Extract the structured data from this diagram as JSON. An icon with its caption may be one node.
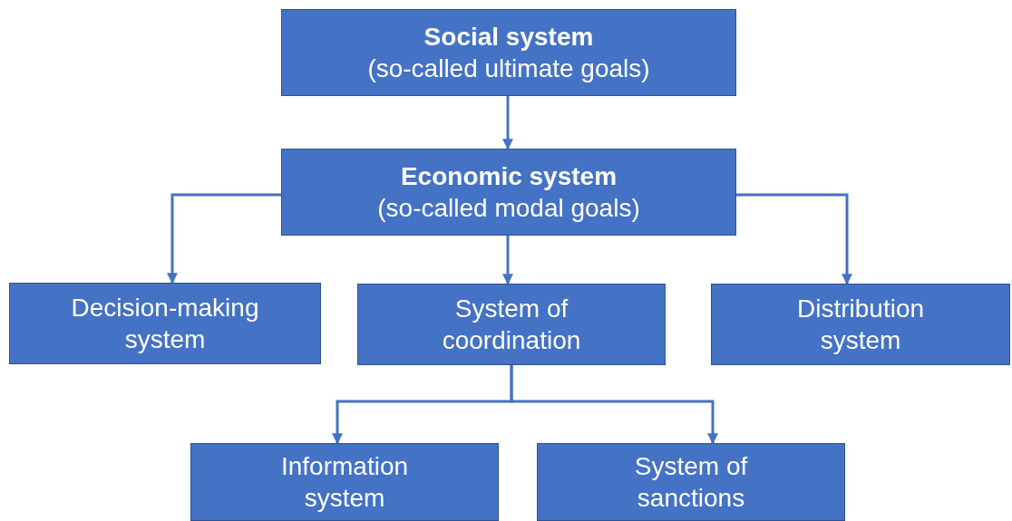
{
  "diagram": {
    "nodes": [
      {
        "text": [
          "Social system",
          "(so-called ultimate goals)"
        ]
      },
      {
        "text": [
          "Economic system",
          "(so-called modal goals)"
        ]
      },
      {
        "text": [
          "Decision-making system"
        ]
      },
      {
        "text": [
          "System of coordination"
        ]
      },
      {
        "text": [
          "Distribution system"
        ]
      },
      {
        "text": [
          "Information system"
        ]
      },
      {
        "text": [
          "System of sanctions"
        ]
      }
    ],
    "edges": [
      {
        "from": 0,
        "to": 1,
        "arrow": "to"
      },
      {
        "from": 1,
        "to": 2,
        "arrow": "to"
      },
      {
        "from": 1,
        "to": 3,
        "arrow": "to"
      },
      {
        "from": 1,
        "to": 4,
        "arrow": "to"
      },
      {
        "from": 3,
        "to": 5,
        "arrow": "to"
      },
      {
        "from": 3,
        "to": 6,
        "arrow": "to"
      }
    ]
  }
}
